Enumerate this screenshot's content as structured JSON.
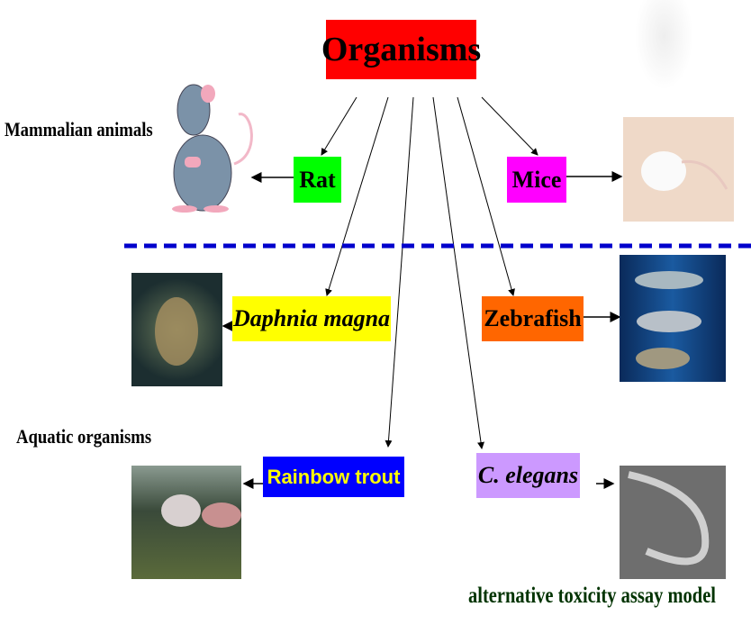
{
  "title": "Organisms",
  "labels": {
    "mammalian": "Mammalian animals",
    "aquatic": "Aquatic organisms",
    "alternative": "alternative toxicity assay model"
  },
  "nodes": {
    "rat": "Rat",
    "mice": "Mice",
    "daphnia": "Daphnia magna",
    "zebrafish": "Zebrafish",
    "trout": "Rainbow trout",
    "celegans": "C. elegans"
  },
  "colors": {
    "title": "#ff0000",
    "rat": "#00ff00",
    "mice": "#ff00ff",
    "daphnia": "#ffff00",
    "zebrafish": "#ff6600",
    "trout": "#0000ff",
    "trout_text": "#ffff00",
    "celegans": "#cc99ff",
    "divider": "#0000cc",
    "alternative_text": "#003300"
  }
}
